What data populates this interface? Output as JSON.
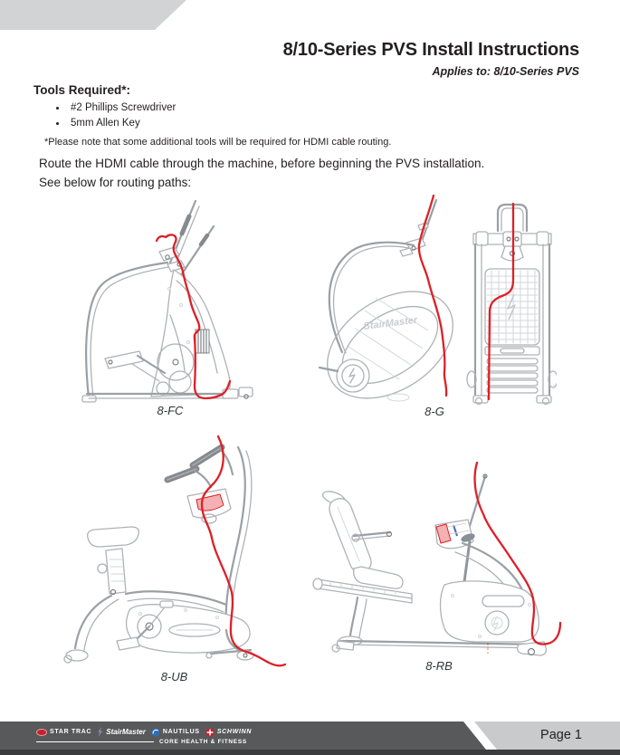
{
  "header": {
    "title": "8/10-Series PVS Install Instructions",
    "applies_to": "Applies to: 8/10-Series PVS"
  },
  "tools": {
    "heading": "Tools Required*:",
    "items": [
      "#2 Phillips Screwdriver",
      "5mm Allen Key"
    ],
    "note": "*Please note that some additional tools will be required for HDMI cable routing."
  },
  "instructions": {
    "line1": "Route the HDMI cable through the machine, before beginning the PVS installation.",
    "line2": "See below for routing paths:"
  },
  "diagrams": {
    "fc": {
      "label": "8-FC"
    },
    "g": {
      "label": "8-G",
      "watermark": "StairMaster"
    },
    "ub": {
      "label": "8-UB"
    },
    "rb": {
      "label": "8-RB"
    }
  },
  "footer": {
    "brands": [
      {
        "name": "STAR TRAC"
      },
      {
        "name": "StairMaster"
      },
      {
        "name": "NAUTILUS"
      },
      {
        "name": "SCHWINN"
      }
    ],
    "tagline": "CORE HEALTH & FITNESS",
    "page_number": "Page 1"
  },
  "colors": {
    "cable_red": "#dd2027",
    "banner_gray": "#d1d3d4",
    "footer_dark": "#58595b",
    "footer_light": "#c8cacc",
    "footer_bottom": "#3b3c3e",
    "star_trac_red": "#c4202e",
    "nautilus_blue": "#2f6db5",
    "stairmaster_purple": "#8c88bd"
  }
}
